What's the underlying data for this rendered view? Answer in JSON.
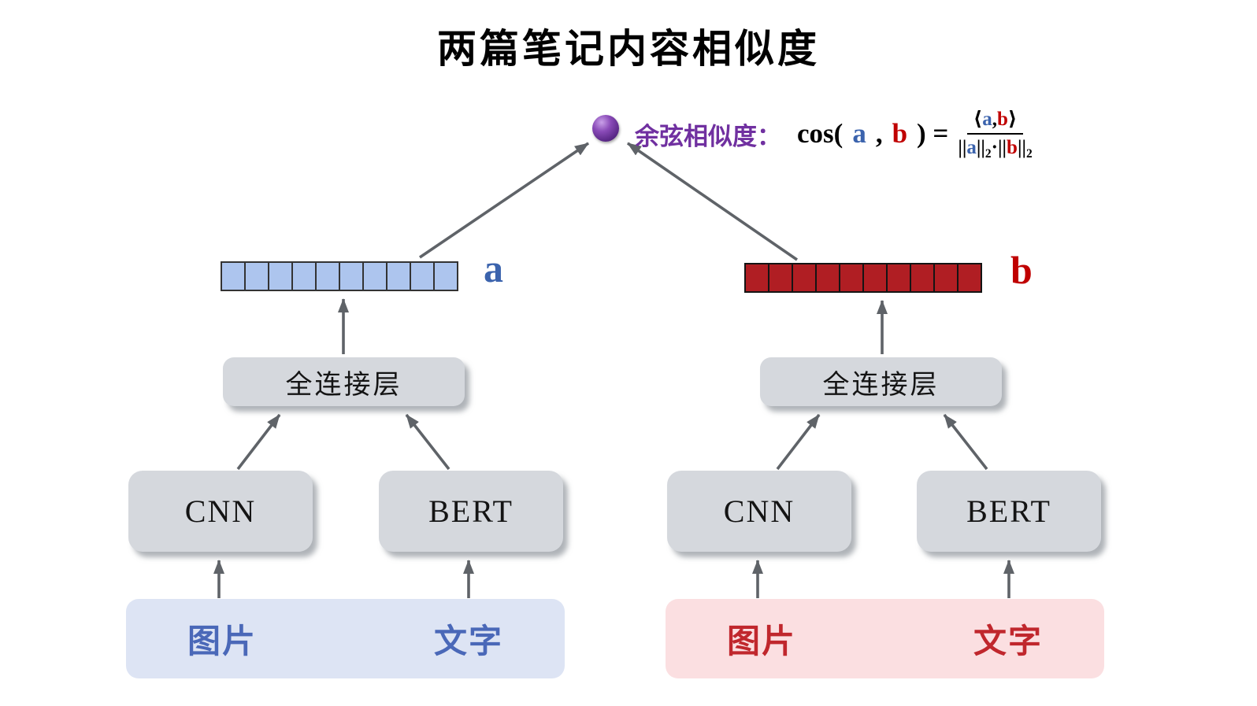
{
  "title": "两篇笔记内容相似度",
  "cosine": {
    "label": "余弦相似度：",
    "cos_open": "cos(",
    "a": "a",
    "comma": ", ",
    "b": "b",
    "close_eq": ") =",
    "numerator": {
      "open": "⟨",
      "a": "a",
      "comma": ", ",
      "b": "b",
      "close": "⟩"
    },
    "denominator": {
      "bar_a_left": "||",
      "a": "a",
      "bar_a_right": "||",
      "sub_a": "2",
      "dot": " · ",
      "bar_b_left": "||",
      "b": "b",
      "bar_b_right": "||",
      "sub_b": "2"
    }
  },
  "vectors": {
    "left": {
      "label": "a",
      "cell_count": 10,
      "cell_color": "#adc5ee",
      "cell_border": "#333333",
      "label_color": "#3b63ad"
    },
    "right": {
      "label": "b",
      "cell_count": 10,
      "cell_color": "#b01e23",
      "cell_border": "#141414",
      "label_color": "#c00000"
    }
  },
  "towers": {
    "left": {
      "fc": "全连接层",
      "cnn": "CNN",
      "bert": "BERT",
      "image": "图片",
      "text": "文字",
      "panel_color": "#dde4f4",
      "text_color": "#4a68b8"
    },
    "right": {
      "fc": "全连接层",
      "cnn": "CNN",
      "bert": "BERT",
      "image": "图片",
      "text": "文字",
      "panel_color": "#fbdfe1",
      "text_color": "#c0272d"
    }
  },
  "colors": {
    "label_purple": "#7030a0",
    "formula_blue": "#3b63ad",
    "formula_red": "#c00000",
    "arrow": "#5f6368",
    "box_gray": "#d5d8dd"
  }
}
